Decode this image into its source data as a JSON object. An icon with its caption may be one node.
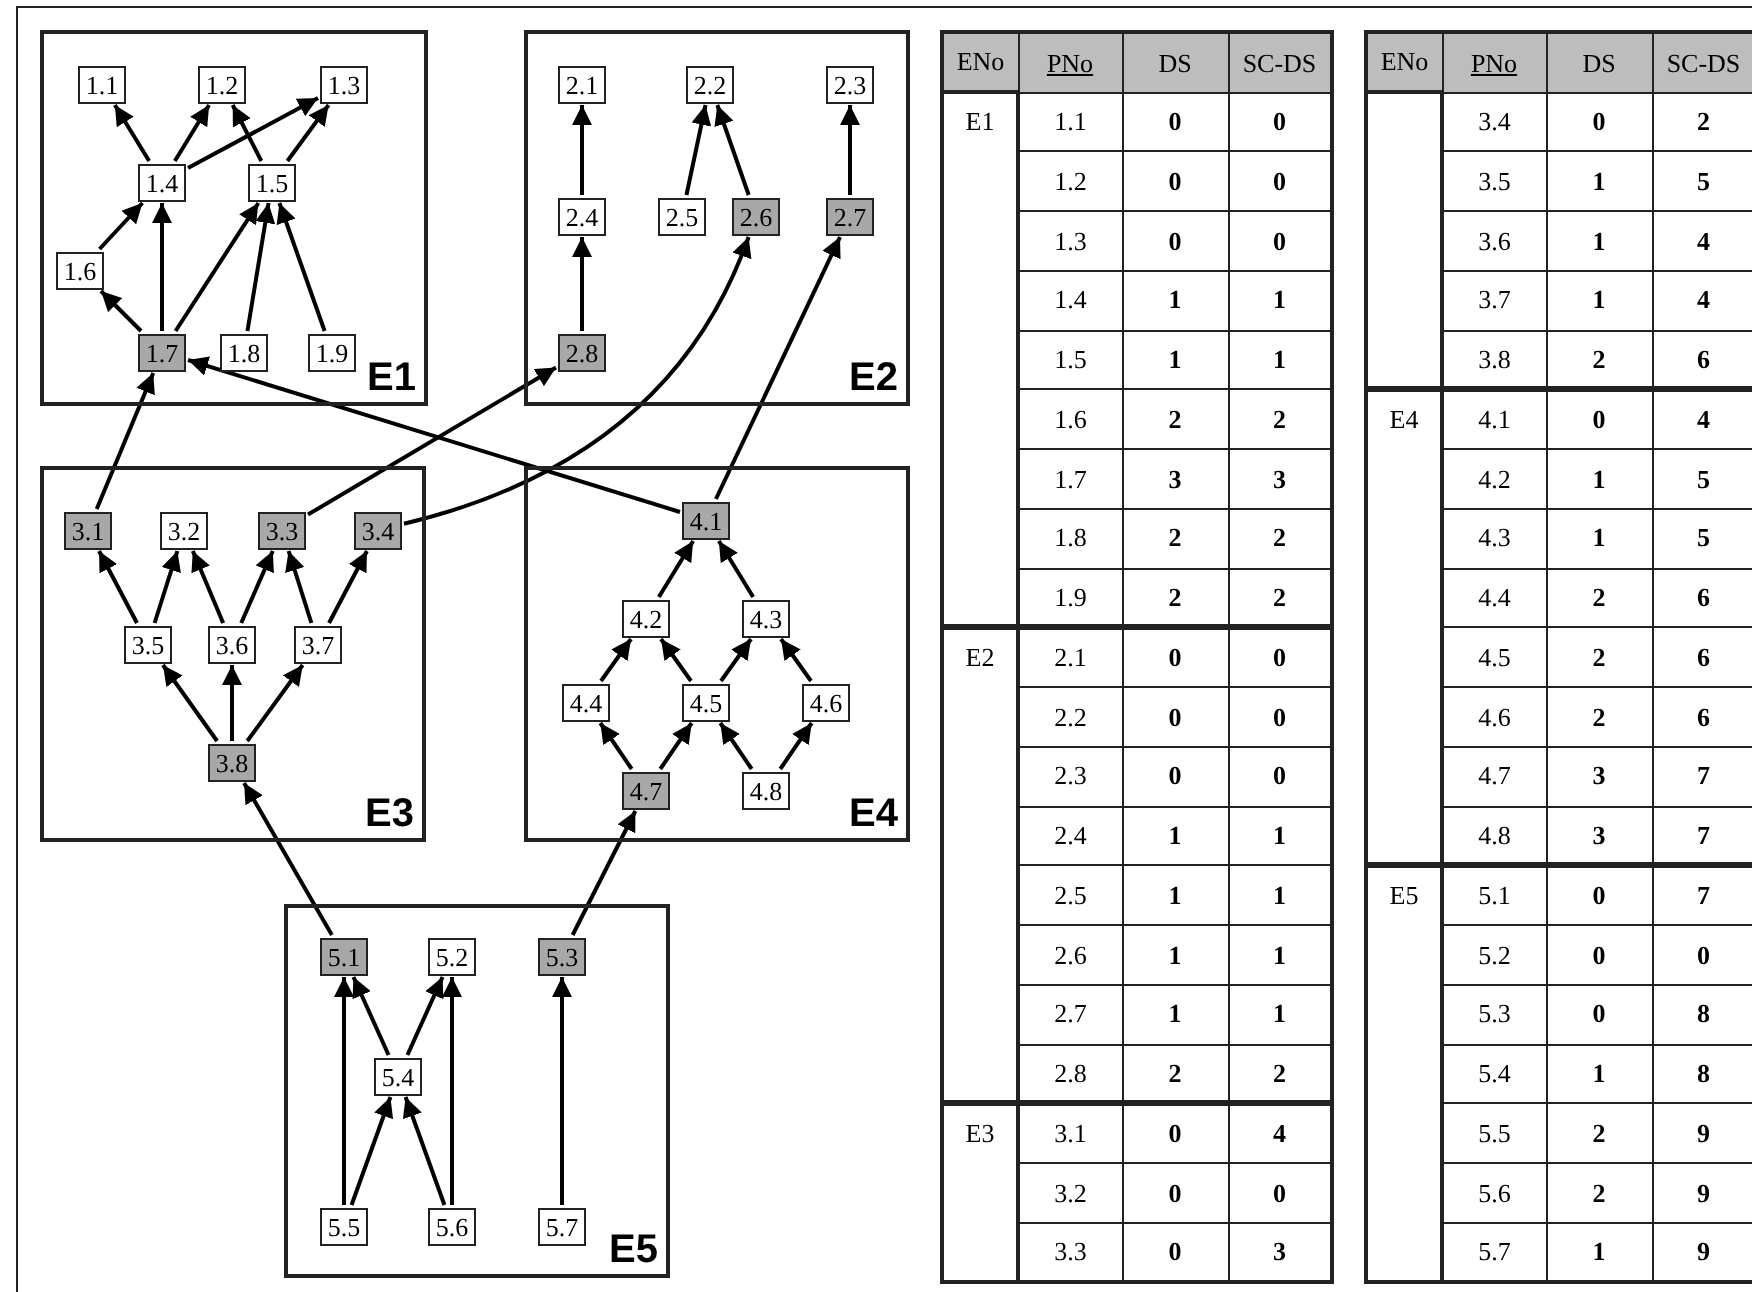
{
  "diagram": {
    "nodes": [
      {
        "text": [
          "E1"
        ]
      },
      {
        "text": [
          "1.1"
        ],
        "in": 0
      },
      {
        "text": [
          "1.2"
        ],
        "in": 0
      },
      {
        "text": [
          "1.3"
        ],
        "in": 0
      },
      {
        "text": [
          "1.4"
        ],
        "in": 0
      },
      {
        "text": [
          "1.5"
        ],
        "in": 0
      },
      {
        "text": [
          "1.6"
        ],
        "in": 0
      },
      {
        "text": [
          "1.7"
        ],
        "in": 0
      },
      {
        "text": [
          "1.8"
        ],
        "in": 0
      },
      {
        "text": [
          "1.9"
        ],
        "in": 0
      },
      {
        "text": [
          "E2"
        ]
      },
      {
        "text": [
          "2.1"
        ],
        "in": 10
      },
      {
        "text": [
          "2.2"
        ],
        "in": 10
      },
      {
        "text": [
          "2.3"
        ],
        "in": 10
      },
      {
        "text": [
          "2.4"
        ],
        "in": 10
      },
      {
        "text": [
          "2.5"
        ],
        "in": 10
      },
      {
        "text": [
          "2.6"
        ],
        "in": 10
      },
      {
        "text": [
          "2.7"
        ],
        "in": 10
      },
      {
        "text": [
          "2.8"
        ],
        "in": 10
      },
      {
        "text": [
          "E3"
        ]
      },
      {
        "text": [
          "3.1"
        ],
        "in": 19
      },
      {
        "text": [
          "3.2"
        ],
        "in": 19
      },
      {
        "text": [
          "3.3"
        ],
        "in": 19
      },
      {
        "text": [
          "3.4"
        ],
        "in": 19
      },
      {
        "text": [
          "3.5"
        ],
        "in": 19
      },
      {
        "text": [
          "3.6"
        ],
        "in": 19
      },
      {
        "text": [
          "3.7"
        ],
        "in": 19
      },
      {
        "text": [
          "3.8"
        ],
        "in": 19
      },
      {
        "text": [
          "E4"
        ]
      },
      {
        "text": [
          "4.1"
        ],
        "in": 28
      },
      {
        "text": [
          "4.2"
        ],
        "in": 28
      },
      {
        "text": [
          "4.3"
        ],
        "in": 28
      },
      {
        "text": [
          "4.4"
        ],
        "in": 28
      },
      {
        "text": [
          "4.5"
        ],
        "in": 28
      },
      {
        "text": [
          "4.6"
        ],
        "in": 28
      },
      {
        "text": [
          "4.7"
        ],
        "in": 28
      },
      {
        "text": [
          "4.8"
        ],
        "in": 28
      },
      {
        "text": [
          "E5"
        ]
      },
      {
        "text": [
          "5.1"
        ],
        "in": 37
      },
      {
        "text": [
          "5.2"
        ],
        "in": 37
      },
      {
        "text": [
          "5.3"
        ],
        "in": 37
      },
      {
        "text": [
          "5.4"
        ],
        "in": 37
      },
      {
        "text": [
          "5.5"
        ],
        "in": 37
      },
      {
        "text": [
          "5.6"
        ],
        "in": 37
      },
      {
        "text": [
          "5.7"
        ],
        "in": 37
      }
    ],
    "edges": [
      {
        "from": 4,
        "to": 1,
        "arrow": "to"
      },
      {
        "from": 4,
        "to": 2,
        "arrow": "to"
      },
      {
        "from": 4,
        "to": 3,
        "arrow": "to"
      },
      {
        "from": 5,
        "to": 2,
        "arrow": "to"
      },
      {
        "from": 5,
        "to": 3,
        "arrow": "to"
      },
      {
        "from": 6,
        "to": 4,
        "arrow": "to"
      },
      {
        "from": 7,
        "to": 4,
        "arrow": "to"
      },
      {
        "from": 7,
        "to": 6,
        "arrow": "to"
      },
      {
        "from": 7,
        "to": 5,
        "arrow": "to"
      },
      {
        "from": 8,
        "to": 5,
        "arrow": "to"
      },
      {
        "from": 9,
        "to": 5,
        "arrow": "to"
      },
      {
        "from": 14,
        "to": 11,
        "arrow": "to"
      },
      {
        "from": 18,
        "to": 14,
        "arrow": "to"
      },
      {
        "from": 15,
        "to": 12,
        "arrow": "to"
      },
      {
        "from": 16,
        "to": 12,
        "arrow": "to"
      },
      {
        "from": 17,
        "to": 13,
        "arrow": "to"
      },
      {
        "from": 20,
        "to": 7,
        "arrow": "to"
      },
      {
        "from": 29,
        "to": 7,
        "arrow": "to"
      },
      {
        "from": 22,
        "to": 18,
        "arrow": "to"
      },
      {
        "from": 23,
        "to": 16,
        "arrow": "to"
      },
      {
        "from": 29,
        "to": 17,
        "arrow": "to"
      },
      {
        "from": 24,
        "to": 20,
        "arrow": "to"
      },
      {
        "from": 24,
        "to": 21,
        "arrow": "to"
      },
      {
        "from": 25,
        "to": 21,
        "arrow": "to"
      },
      {
        "from": 25,
        "to": 22,
        "arrow": "to"
      },
      {
        "from": 26,
        "to": 22,
        "arrow": "to"
      },
      {
        "from": 26,
        "to": 23,
        "arrow": "to"
      },
      {
        "from": 27,
        "to": 24,
        "arrow": "to"
      },
      {
        "from": 27,
        "to": 25,
        "arrow": "to"
      },
      {
        "from": 27,
        "to": 26,
        "arrow": "to"
      },
      {
        "from": 30,
        "to": 29,
        "arrow": "to"
      },
      {
        "from": 31,
        "to": 29,
        "arrow": "to"
      },
      {
        "from": 32,
        "to": 30,
        "arrow": "to"
      },
      {
        "from": 33,
        "to": 30,
        "arrow": "to"
      },
      {
        "from": 33,
        "to": 31,
        "arrow": "to"
      },
      {
        "from": 34,
        "to": 31,
        "arrow": "to"
      },
      {
        "from": 35,
        "to": 32,
        "arrow": "to"
      },
      {
        "from": 35,
        "to": 33,
        "arrow": "to"
      },
      {
        "from": 36,
        "to": 33,
        "arrow": "to"
      },
      {
        "from": 36,
        "to": 34,
        "arrow": "to"
      },
      {
        "from": 38,
        "to": 27,
        "arrow": "to"
      },
      {
        "from": 40,
        "to": 35,
        "arrow": "to"
      },
      {
        "from": 42,
        "to": 38,
        "arrow": "to"
      },
      {
        "from": 41,
        "to": 38,
        "arrow": "to"
      },
      {
        "from": 41,
        "to": 39,
        "arrow": "to"
      },
      {
        "from": 43,
        "to": 39,
        "arrow": "to"
      },
      {
        "from": 42,
        "to": 41,
        "arrow": "to"
      },
      {
        "from": 43,
        "to": 41,
        "arrow": "to"
      },
      {
        "from": 44,
        "to": 40,
        "arrow": "to"
      }
    ],
    "labels": [
      "ENo",
      "PNo",
      "DS",
      "SC-DS",
      "E1",
      "1.1",
      "0",
      "0",
      "1.2",
      "0",
      "0",
      "1.3",
      "0",
      "0",
      "1.4",
      "1",
      "1",
      "1.5",
      "1",
      "1",
      "1.6",
      "2",
      "2",
      "1.7",
      "3",
      "3",
      "1.8",
      "2",
      "2",
      "1.9",
      "2",
      "2",
      "E2",
      "2.1",
      "0",
      "0",
      "2.2",
      "0",
      "0",
      "2.3",
      "0",
      "0",
      "2.4",
      "1",
      "1",
      "2.5",
      "1",
      "1",
      "2.6",
      "1",
      "1",
      "2.7",
      "1",
      "1",
      "2.8",
      "2",
      "2",
      "E3",
      "3.1",
      "0",
      "4",
      "3.2",
      "0",
      "0",
      "3.3",
      "0",
      "3",
      "ENo",
      "PNo",
      "DS",
      "SC-DS",
      "3.4",
      "0",
      "2",
      "3.5",
      "1",
      "5",
      "3.6",
      "1",
      "4",
      "3.7",
      "1",
      "4",
      "3.8",
      "2",
      "6",
      "E4",
      "4.1",
      "0",
      "4",
      "4.2",
      "1",
      "5",
      "4.3",
      "1",
      "5",
      "4.4",
      "2",
      "6",
      "4.5",
      "2",
      "6",
      "4.6",
      "2",
      "6",
      "4.7",
      "3",
      "7",
      "4.8",
      "3",
      "7",
      "E5",
      "5.1",
      "0",
      "7",
      "5.2",
      "0",
      "0",
      "5.3",
      "0",
      "8",
      "5.4",
      "1",
      "8",
      "5.5",
      "2",
      "9",
      "5.6",
      "2",
      "9",
      "5.7",
      "1",
      "9"
    ]
  }
}
